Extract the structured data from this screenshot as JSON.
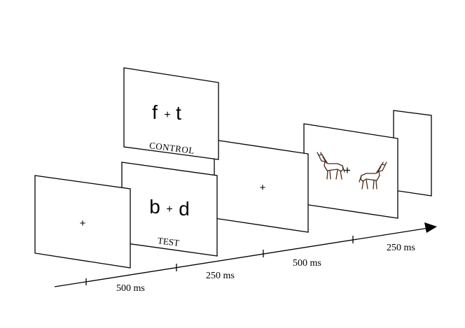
{
  "diagram": {
    "fixation_symbol": "+",
    "control_frame": {
      "stimulus_left": "f",
      "stimulus_plus": "+",
      "stimulus_right": "t",
      "label": "CONTROL"
    },
    "test_frame": {
      "stimulus_left": "b",
      "stimulus_plus": "+",
      "stimulus_right": "d",
      "label": "TEST"
    },
    "picture_frame": {
      "left_picture": "donkey-icon",
      "plus": "+",
      "right_picture": "donkey-icon"
    },
    "timeline": {
      "durations": [
        "500 ms",
        "250 ms",
        "500 ms",
        "250 ms"
      ]
    }
  }
}
